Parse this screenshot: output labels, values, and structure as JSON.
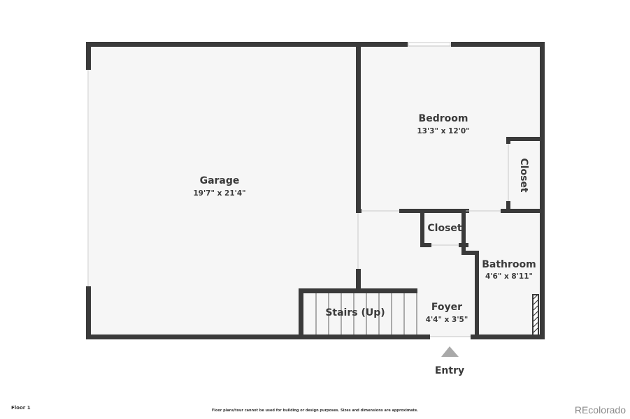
{
  "rooms": {
    "garage": {
      "name": "Garage",
      "dims": "19'7\" x 21'4\""
    },
    "bedroom": {
      "name": "Bedroom",
      "dims": "13'3\" x 12'0\""
    },
    "bedroom_closet": {
      "name": "Closet"
    },
    "hall_closet": {
      "name": "Closet"
    },
    "bathroom": {
      "name": "Bathroom",
      "dims": "4'6\" x 8'11\""
    },
    "stairs": {
      "name": "Stairs (Up)"
    },
    "foyer": {
      "name": "Foyer",
      "dims": "4'4\" x 3'5\""
    }
  },
  "entry": {
    "label": "Entry"
  },
  "footer": {
    "floor_label": "Floor 1",
    "disclaimer": "Floor plans/tour cannot be used for building or design purposes. Sizes and dimensions are approximate.",
    "brand": "REcolorado"
  },
  "colors": {
    "wall": "#3a3a3a",
    "floor": "#f6f6f6",
    "entry_arrow": "#a9a9a9"
  }
}
